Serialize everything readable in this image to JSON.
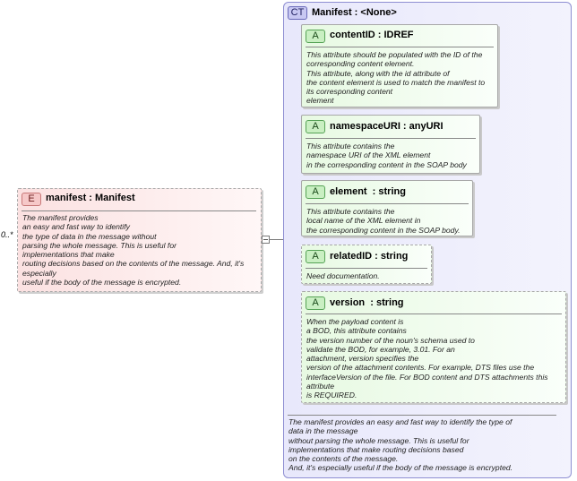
{
  "element": {
    "tag": "E",
    "title": "manifest : Manifest",
    "cardinality": "0..*",
    "doc": "The manifest provides\nan easy and fast way to identify\nthe type of data in the message without\nparsing the whole message. This is useful for\nimplementations that make\nrouting decisions based on the contents of the message. And, it's\nespecially\nuseful if the body of the message is encrypted."
  },
  "complex_type": {
    "tag": "CT",
    "title": "Manifest : <None>",
    "doc": "The manifest provides an easy and fast way to identify the type of\ndata in the message\nwithout parsing the whole message. This is useful for\nimplementations that make routing decisions based\non the contents of the message.\nAnd, it's especially useful if the body of the message is encrypted."
  },
  "attributes": [
    {
      "tag": "A",
      "title": "contentID : IDREF",
      "doc": "This attribute should be populated with the ID of the\ncorresponding content element.\nThis attribute, along with the id attribute of\nthe content element is used to match the manifest to\nits corresponding content\nelement"
    },
    {
      "tag": "A",
      "title": "namespaceURI : anyURI",
      "doc": "This attribute contains the\nnamespace URI of the XML element\nin the corresponding content in the SOAP body"
    },
    {
      "tag": "A",
      "title": "element  : string",
      "doc": "This attribute contains the\nlocal name of the XML element in\nthe corresponding content in the SOAP body."
    },
    {
      "tag": "A",
      "title": "relatedID : string",
      "doc": "Need documentation."
    },
    {
      "tag": "A",
      "title": "version  : string",
      "doc": "When the payload content is\na BOD, this attribute contains\nthe version number of the noun's schema used to\nvalidate the BOD, for example, 3.01. For an\nattachment, version specifies the\nversion of the attachment contents. For example, DTS files use the\ninterfaceVersion of the file. For BOD content and DTS attachments this\nattribute\nis REQUIRED."
    }
  ]
}
